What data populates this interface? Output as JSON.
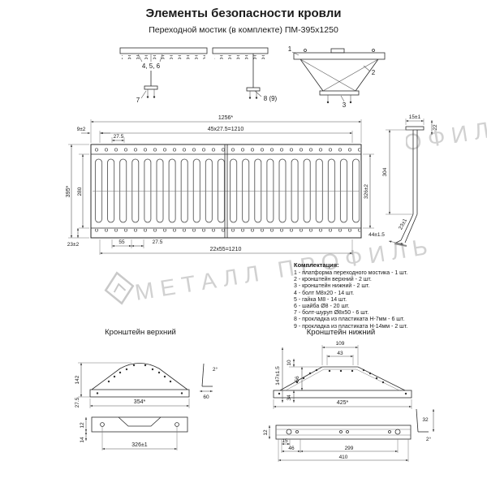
{
  "header": {
    "title": "Элементы безопасности кровли",
    "subtitle": "Переходной мостик (в комплекте) ПМ-395х1250"
  },
  "watermark": {
    "text": "МЕТАЛЛ ПРОФИЛЬ"
  },
  "callouts": {
    "rail_fasteners": "4, 5, 6",
    "screw": "7",
    "gasket": "8 (9)",
    "platform": "1",
    "bracket_upper": "2",
    "bracket_lower": "3"
  },
  "plan": {
    "width_total": "1256*",
    "pitch_top": "45х27.5=1210",
    "edge_offset": "9±2",
    "slot_pitch_top": "27.5",
    "height_total": "395*",
    "height_inner": "280",
    "edge_bottom": "23±2",
    "slot_len": "55",
    "slot_pitch_bottom": "27.5",
    "pitch_bottom": "22х55=1210",
    "side_height": "326±2"
  },
  "profile": {
    "flange": "15±1",
    "top_offset": "22",
    "web_height": "304",
    "bend": "23±1",
    "foot": "44±1.5"
  },
  "parts": {
    "heading": "Комплектация:",
    "items": [
      "1 - платформа переходного мостика - 1 шт.",
      "2 - кронштейн верхний - 2 шт.",
      "3 - кронштейн нижний - 2 шт.",
      "4 - болт М8х20 - 14 шт.",
      "5 - гайка М8 - 14 шт.",
      "6 - шайба Ø8 - 20 шт.",
      "7 - болт-шуруп Ø8х50 - 6 шт.",
      "8 - прокладка из пластиката Н-7мм - 6 шт.",
      "9 - прокладка из пластиката Н-14мм - 2 шт."
    ]
  },
  "upper_bracket": {
    "title": "Кронштейн верхний",
    "height": "142",
    "flange": "27.5",
    "width": "354*",
    "angle": "2°",
    "foot": "60",
    "lip": "12",
    "lip2": "14",
    "hole_span": "326±1"
  },
  "lower_bracket": {
    "title": "Кронштейн нижний",
    "top_outer": "109",
    "top_inner": "43",
    "offset_top": "10",
    "side_height": "56",
    "base_height": "34",
    "height_total": "147±1.5",
    "width": "425*",
    "angle_height": "32",
    "angle": "2°",
    "bar_height": "12",
    "hole_offset": "15",
    "hole_inset": "46",
    "hole_span": "299",
    "bar_span": "410"
  }
}
